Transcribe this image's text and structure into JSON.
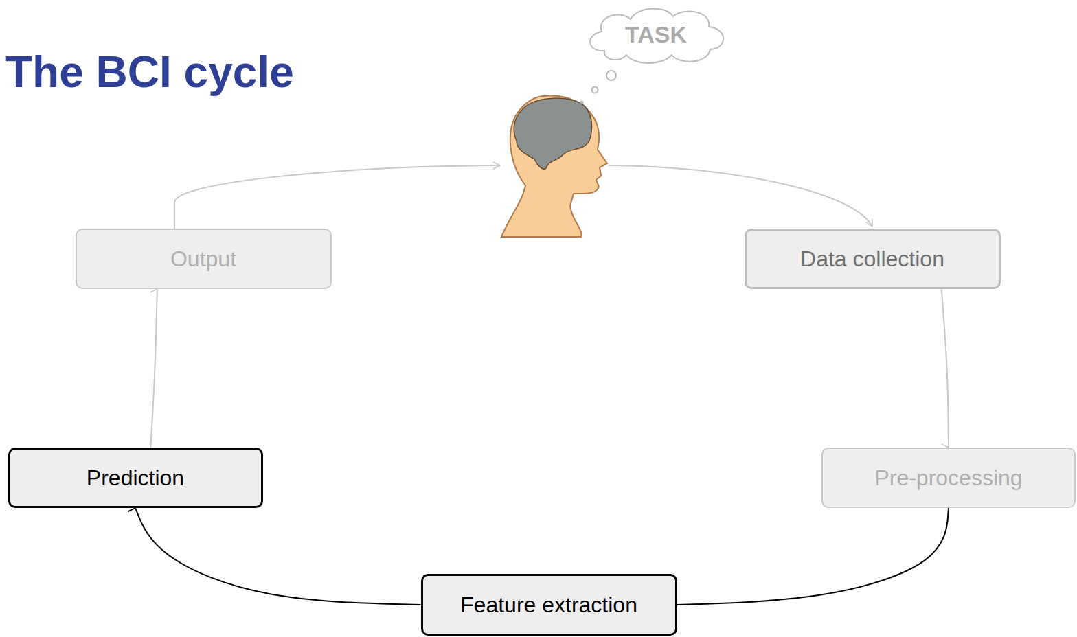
{
  "diagram": {
    "title": "The BCI cycle",
    "nodes": [
      {
        "text": [
          "TASK"
        ]
      },
      {
        "text": [
          "Output"
        ]
      },
      {
        "text": [
          "Data collection"
        ]
      },
      {
        "text": [
          "Prediction"
        ]
      },
      {
        "text": [
          "Pre-processing"
        ]
      },
      {
        "text": [
          "Feature extraction"
        ]
      }
    ],
    "edges": [
      {
        "from": 2,
        "to": 4,
        "arrow": "to"
      },
      {
        "from": 4,
        "to": 5,
        "arrow": "to"
      },
      {
        "from": 5,
        "to": 3,
        "arrow": "to"
      },
      {
        "from": 3,
        "to": 1,
        "arrow": "to"
      }
    ]
  }
}
